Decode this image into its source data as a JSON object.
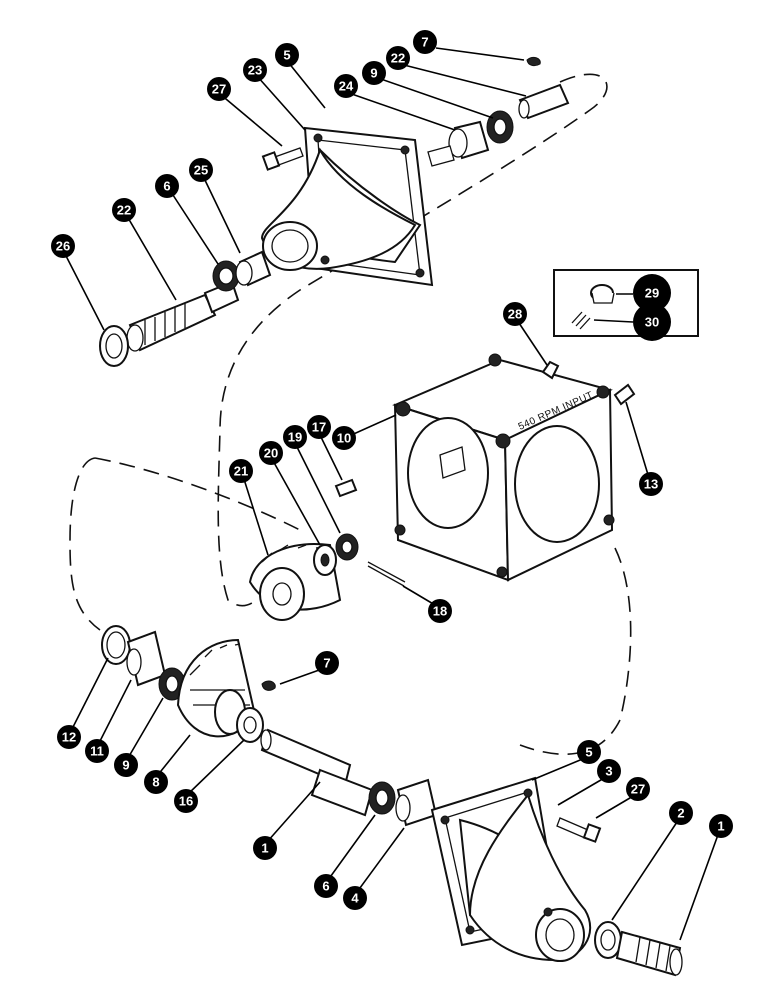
{
  "gearbox_label": "540 RPM INPUT",
  "callouts": [
    {
      "id": "c1a",
      "label": "1"
    },
    {
      "id": "c1b",
      "label": "1"
    },
    {
      "id": "c2",
      "label": "2"
    },
    {
      "id": "c3",
      "label": "3"
    },
    {
      "id": "c4",
      "label": "4"
    },
    {
      "id": "c5a",
      "label": "5"
    },
    {
      "id": "c5b",
      "label": "5"
    },
    {
      "id": "c6a",
      "label": "6"
    },
    {
      "id": "c6b",
      "label": "6"
    },
    {
      "id": "c7a",
      "label": "7"
    },
    {
      "id": "c7b",
      "label": "7"
    },
    {
      "id": "c8",
      "label": "8"
    },
    {
      "id": "c9a",
      "label": "9"
    },
    {
      "id": "c9b",
      "label": "9"
    },
    {
      "id": "c10",
      "label": "10"
    },
    {
      "id": "c11",
      "label": "11"
    },
    {
      "id": "c12",
      "label": "12"
    },
    {
      "id": "c13",
      "label": "13"
    },
    {
      "id": "c16",
      "label": "16"
    },
    {
      "id": "c17",
      "label": "17"
    },
    {
      "id": "c18",
      "label": "18"
    },
    {
      "id": "c19",
      "label": "19"
    },
    {
      "id": "c20",
      "label": "20"
    },
    {
      "id": "c21",
      "label": "21"
    },
    {
      "id": "c22a",
      "label": "22"
    },
    {
      "id": "c22b",
      "label": "22"
    },
    {
      "id": "c23",
      "label": "23"
    },
    {
      "id": "c24",
      "label": "24"
    },
    {
      "id": "c25",
      "label": "25"
    },
    {
      "id": "c26",
      "label": "26"
    },
    {
      "id": "c27a",
      "label": "27"
    },
    {
      "id": "c27b",
      "label": "27"
    },
    {
      "id": "c28",
      "label": "28"
    },
    {
      "id": "c29",
      "label": "29"
    },
    {
      "id": "c30",
      "label": "30"
    }
  ]
}
